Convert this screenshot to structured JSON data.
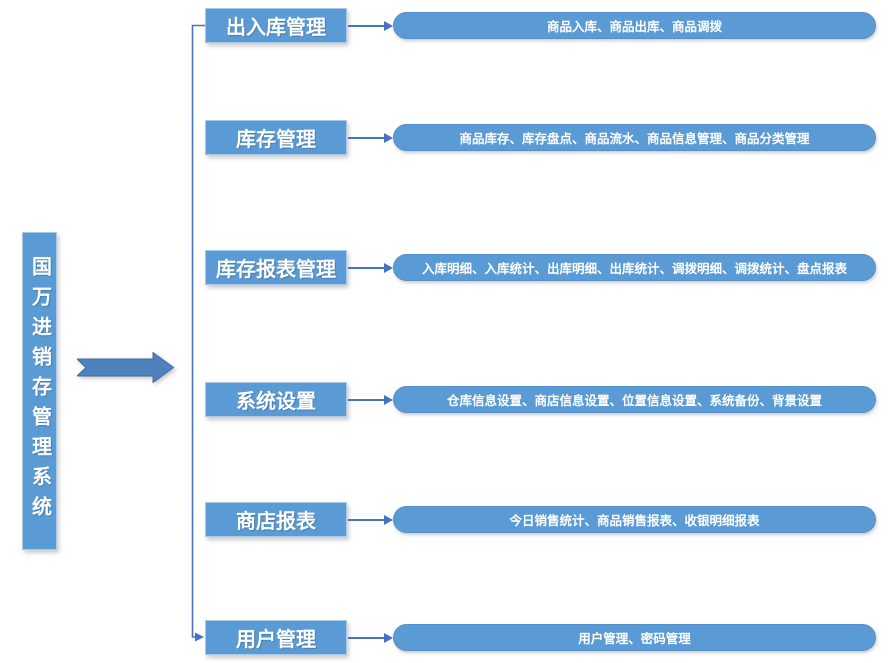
{
  "diagram": {
    "root": {
      "label": "国万进销存管理系统"
    },
    "modules": [
      {
        "label": "出入库管理",
        "features": "商品入库、商品出库、商品调拨"
      },
      {
        "label": "库存管理",
        "features": "商品库存、库存盘点、商品流水、商品信息管理、商品分类管理"
      },
      {
        "label": "库存报表管理",
        "features": "入库明细、入库统计、出库明细、出库统计、调拨明细、调拨统计、盘点报表"
      },
      {
        "label": "系统设置",
        "features": "仓库信息设置、商店信息设置、位置信息设置、系统备份、背景设置"
      },
      {
        "label": "商店报表",
        "features": "今日销售统计、商品销售报表、收银明细报表"
      },
      {
        "label": "用户管理",
        "features": "用户管理、密码管理"
      }
    ],
    "colors": {
      "node_fill": "#5b9bd5",
      "node_border": "#a9c9e8",
      "pill_border": "#5490cc",
      "arrow_fill": "#4f81bd",
      "arrow_border": "#3f6da3",
      "connector": "#4472c4",
      "text": "#ffffff",
      "background": "#ffffff"
    }
  }
}
